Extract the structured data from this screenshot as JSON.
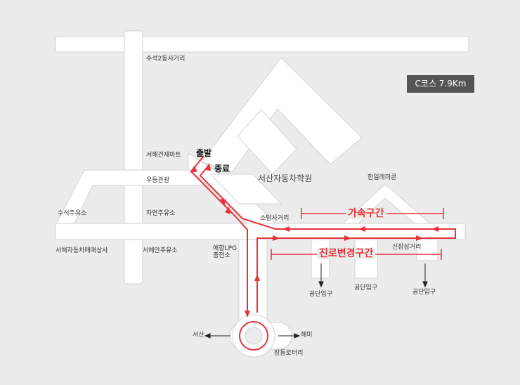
{
  "course": "C코스  7.9Km",
  "places": {
    "suseok2": "수석2동사거리",
    "seohae_geonjae": "서해건재마트",
    "woodeung": "우등관광",
    "suseok_gas": "수석주유소",
    "jayeon_gas": "자연주유소",
    "seohae_car": "서해자동차매매상사",
    "seohaean_gas": "서해안주유소",
    "aehyang": "애향LPG\n충전소",
    "sotap": "소탑사거리",
    "hanil": "한일레미콘",
    "sinjang": "신장삼거리",
    "gongdan1": "공단입구",
    "gongdan2": "공단입구",
    "gongdan3": "공단입구",
    "seosan": "서산",
    "haemi": "해미",
    "jangdong": "장동로터리",
    "school": "서산자동차학원",
    "start": "출발",
    "finish": "종료"
  },
  "zones": {
    "accel": "가속구간",
    "lane_change": "진로변경구간"
  },
  "colors": {
    "road": "#ffffff",
    "road_edge": "#d0d0d0",
    "route": "#e8323a",
    "background": "#ececec",
    "badge": "#555555"
  }
}
